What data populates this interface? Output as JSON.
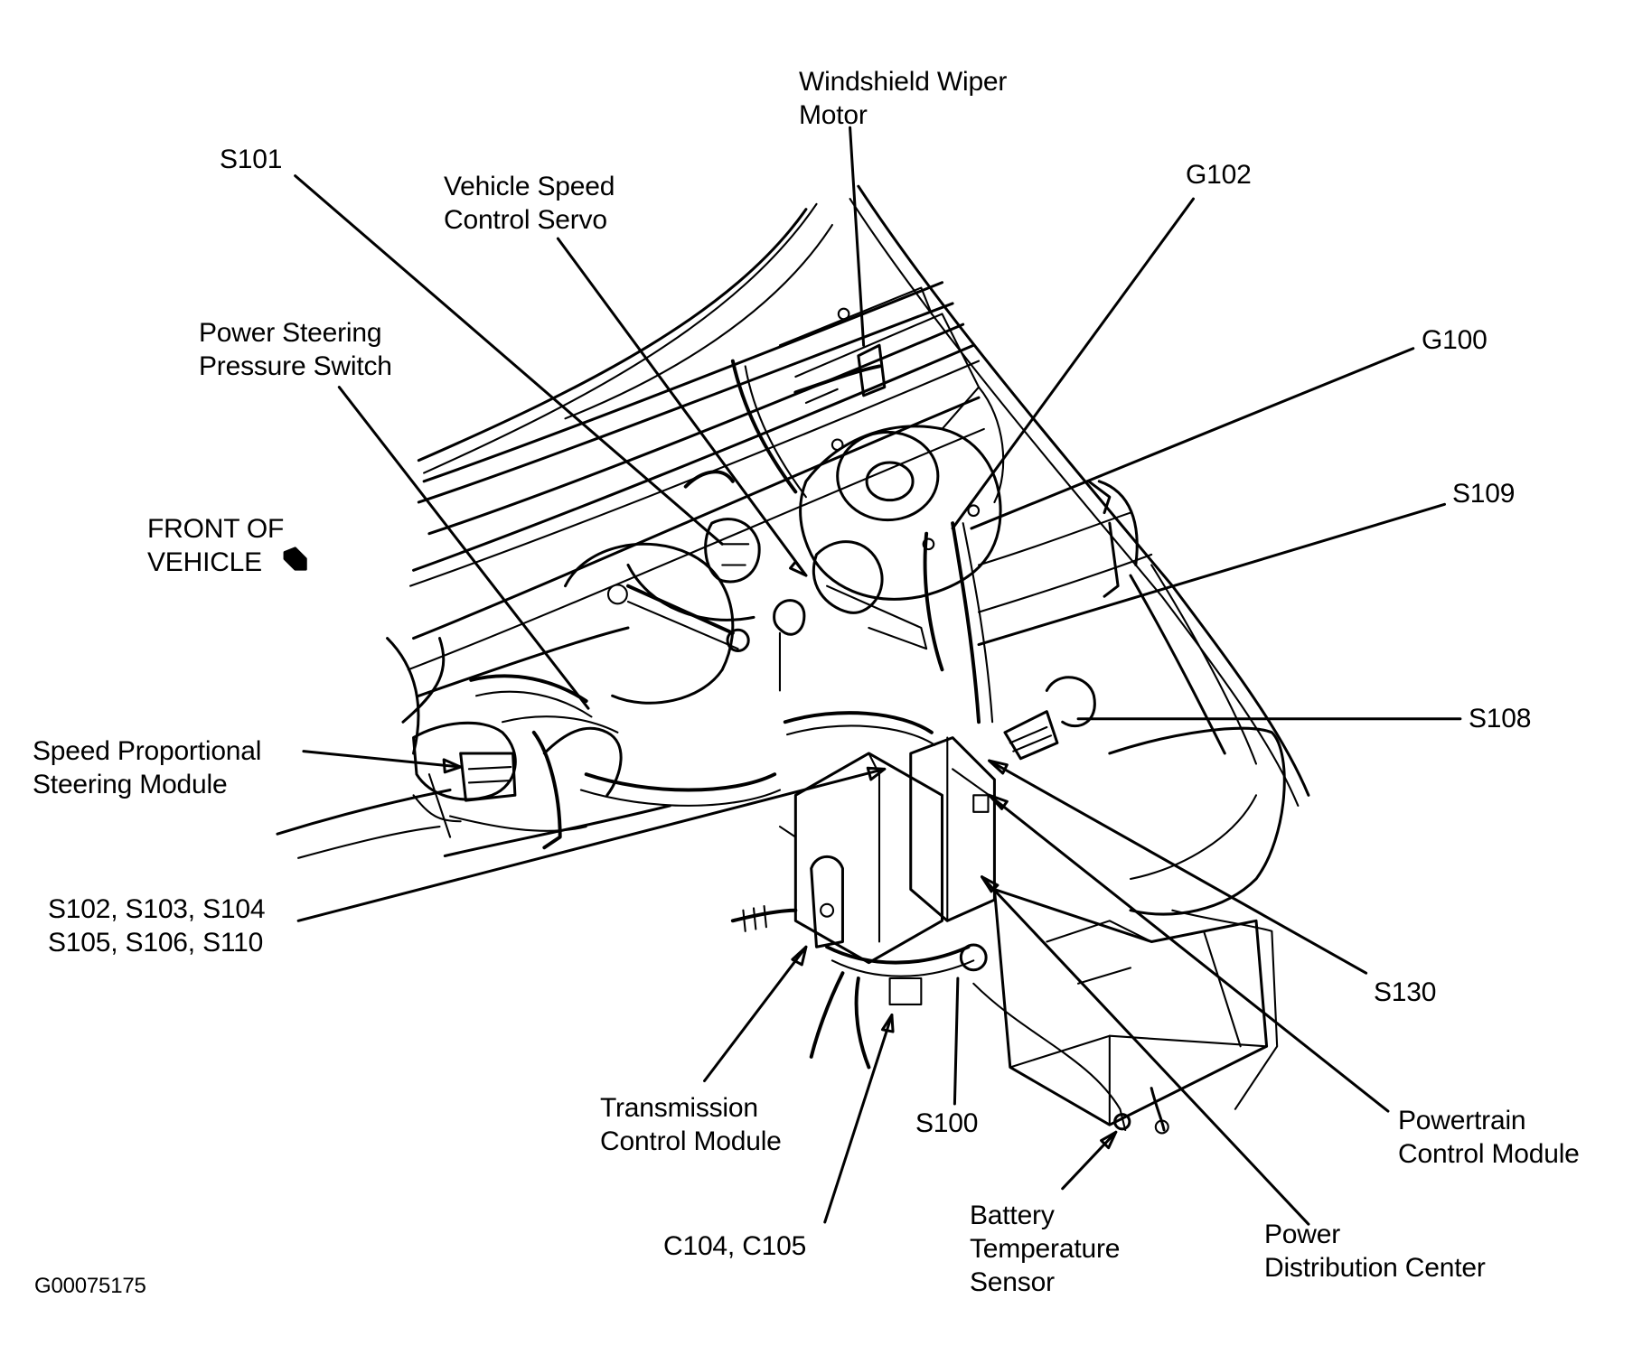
{
  "figure_id": "G00075175",
  "orientation": {
    "line1": "FRONT OF",
    "line2": "VEHICLE",
    "icon": "arrow-down-right-icon"
  },
  "callouts": [
    {
      "id": "windshield-wiper-motor",
      "lines": [
        "Windshield Wiper",
        "Motor"
      ]
    },
    {
      "id": "s101",
      "lines": [
        "S101"
      ]
    },
    {
      "id": "vehicle-speed-control-servo",
      "lines": [
        "Vehicle Speed",
        "Control Servo"
      ]
    },
    {
      "id": "g102",
      "lines": [
        "G102"
      ]
    },
    {
      "id": "power-steering-pressure-switch",
      "lines": [
        "Power Steering",
        "Pressure Switch"
      ]
    },
    {
      "id": "g100",
      "lines": [
        "G100"
      ]
    },
    {
      "id": "s109",
      "lines": [
        "S109"
      ]
    },
    {
      "id": "s108",
      "lines": [
        "S108"
      ]
    },
    {
      "id": "speed-proportional-steering-module",
      "lines": [
        "Speed Proportional",
        "Steering Module"
      ]
    },
    {
      "id": "splices-s102-s110",
      "lines": [
        "S102, S103, S104",
        "S105, S106, S110"
      ]
    },
    {
      "id": "s130",
      "lines": [
        "S130"
      ]
    },
    {
      "id": "transmission-control-module",
      "lines": [
        "Transmission",
        "Control Module"
      ]
    },
    {
      "id": "s100",
      "lines": [
        "S100"
      ]
    },
    {
      "id": "powertrain-control-module",
      "lines": [
        "Powertrain",
        "Control Module"
      ]
    },
    {
      "id": "battery-temperature-sensor",
      "lines": [
        "Battery",
        "Temperature",
        "Sensor"
      ]
    },
    {
      "id": "power-distribution-center",
      "lines": [
        "Power",
        "Distribution Center"
      ]
    },
    {
      "id": "c104-c105",
      "lines": [
        "C104, C105"
      ]
    }
  ],
  "colors": {
    "background": "#ffffff",
    "ink": "#000000"
  }
}
